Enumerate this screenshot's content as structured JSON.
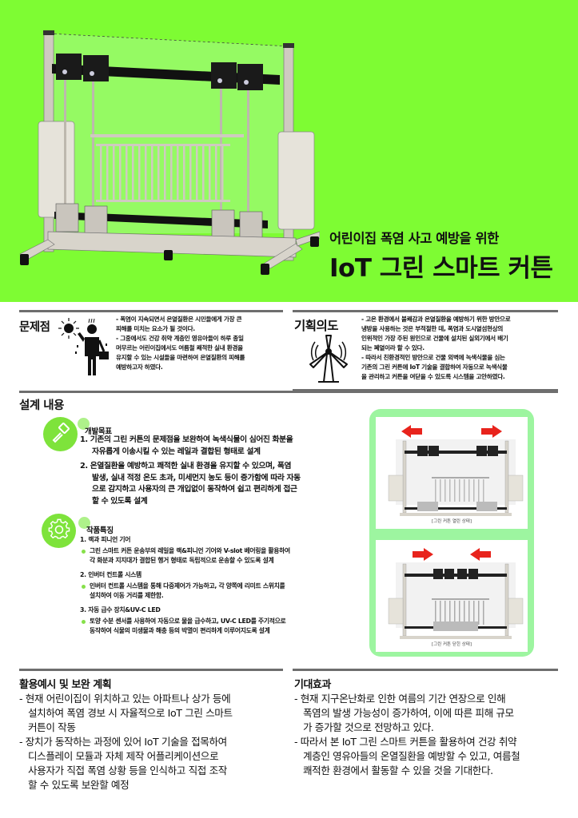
{
  "header": {
    "subtitle": "어린이집 폭염 사고 예방을 위한",
    "title": "IoT 그린 스마트 커튼",
    "background_color": "#7efc33",
    "image": "3d-render-green-curtain-frame"
  },
  "problem": {
    "label": "문제점",
    "icon": "heat-stressed-person-icon",
    "lines": [
      "- 폭염이 지속되면서 온열질환은 시민들에게 가장 큰",
      "피해를 미치는 요소가 될 것이다.",
      "- 그중에서도 건강 취약 계층인 영유아들이 하루 종일",
      "머무르는 어린이집에서도 여름철 쾌적한 실내 환경을",
      "유지할 수 있는 시설들을 마련하여 온열질환의 피해를",
      "예방하고자 하였다."
    ]
  },
  "intent": {
    "label": "기획의도",
    "icon": "wind-turbine-icon",
    "lines": [
      "- 고온 환경에서 불쾌감과 온열질환을 예방하기 위한 방안으로",
      "냉방을 사용하는 것은 부적절한 데, 폭염과 도시열섬현상의",
      "인위적인 가장 주된 원인으로 건물에 설치된 실외기에서 배기",
      "되는 폐열이라 할 수 있다.",
      "- 따라서 친환경적인 방안으로 건물 외벽에 녹색식물을 심는",
      "기존의 그린 커튼에 IoT 기술을 결합하여 자동으로 녹색식물",
      "을 관리하고 커튼을 여닫을 수 있도록 시스템을 고안하였다."
    ]
  },
  "design": {
    "label": "설계 내용",
    "goal": {
      "heading": "개발목표",
      "icon": "hammer-icon",
      "items": [
        {
          "num": "1.",
          "first": "기존의 그린 커튼의 문제점을 보완하여 녹색식물이 심어진 화분을",
          "rest": [
            "자유롭게 이송시킬 수 있는 레일과 결합된 형태로 설계"
          ]
        },
        {
          "num": "2.",
          "first": "온열질환을 예방하고 쾌적한 실내 환경을 유지할 수 있으며, 폭염",
          "rest": [
            "발생, 실내 적정 온도 초과, 미세먼지 농도 등이 증가함에 따라 자동",
            "으로 감지하고 사용자의 큰 개입없이 동작하여 쉽고 편리하게 접근",
            "할 수 있도록 설계"
          ]
        }
      ]
    },
    "features": {
      "heading": "작품특징",
      "icon": "gear-icon",
      "groups": [
        {
          "title": "1. 랙과 피니언 기어",
          "bullet": [
            "그린 스마트 커튼 운송부의 레일을 랙&피니언 기어와 V-slot 베어링을 활용하여",
            "각 화분과 지지대가 결합된 행거 형태로 독립적으로 운송할 수 있도록 설계"
          ]
        },
        {
          "title": "2. 인버터 컨트롤 시스템",
          "bullet": [
            "인버터 컨트롤 시스템을 통해 다중제어가 가능하고, 각 양쪽에 리미트 스위치를",
            "설치하여 이동 거리를 제한함."
          ]
        },
        {
          "title": "3. 자동 급수 장치&UV-C LED",
          "bullet": [
            "토양 수분 센서를 사용하여 자동으로 물을 급수하고, UV-C LED를 주기적으로",
            "동작하여 식물의 미생물과 해충 등의 박멸이 편리하게 이루어지도록 설계"
          ]
        }
      ]
    },
    "photos": [
      {
        "caption": "[그린 커튼 열린 상태]",
        "arrows": "outward"
      },
      {
        "caption": "[그린 커튼 닫힌 상태]",
        "arrows": "inward"
      }
    ],
    "frame_color": "#9df5a0",
    "arrow_color": "#e8231c"
  },
  "usage": {
    "label": "활용예시 및 보완 계획",
    "items": [
      {
        "first": "- 현재 어린이집이 위치하고 있는 아파트나 상가 등에",
        "rest": [
          "설치하여 폭염 경보 시 자율적으로 IoT 그린 스마트",
          "커튼이 작동"
        ]
      },
      {
        "first": "- 장치가 동작하는 과정에 있어 IoT 기술을 접목하여",
        "rest": [
          "디스플레이 모듈과 자체 제작 어플리케이션으로",
          "사용자가 직접 폭염 상황 등을 인식하고 직접 조작",
          "할 수 있도록 보완할 예정"
        ]
      }
    ]
  },
  "effect": {
    "label": "기대효과",
    "items": [
      {
        "first": "- 현재 지구온난화로 인한 여름의 기간 연장으로 인해",
        "rest": [
          "폭염의 발생 가능성이 증가하여, 이에 따른 피해 규모",
          "가 증가할 것으로 전망하고 있다."
        ]
      },
      {
        "first": "- 따라서 본 IoT 그린 스마트 커튼을 활용하여 건강 취약",
        "rest": [
          "계층인 영유아들의 온열질환을 예방할 수 있고, 여름철",
          "쾌적한 환경에서 활동할 수 있을 것을 기대한다."
        ]
      }
    ]
  }
}
